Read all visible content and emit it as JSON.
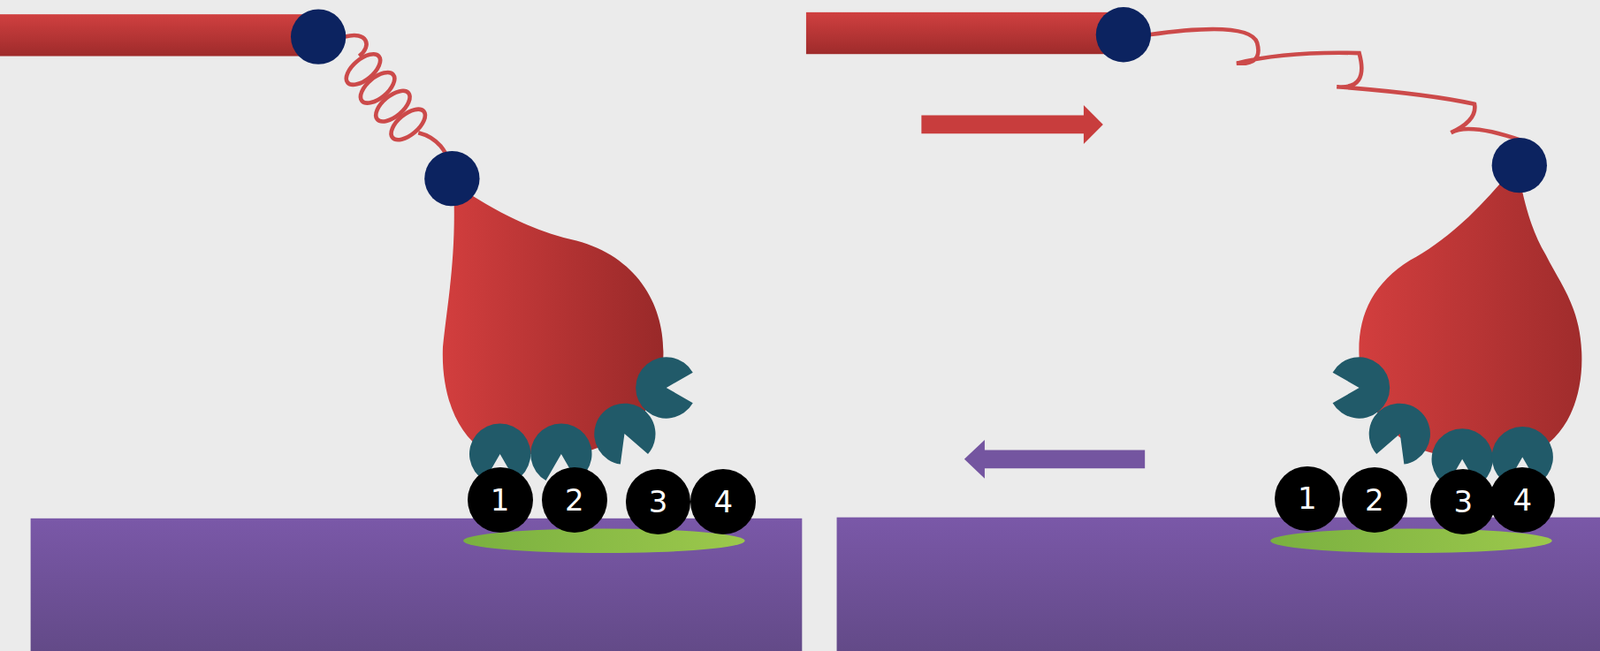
{
  "diagram": {
    "nodes": [
      {
        "text": [
          "1"
        ]
      },
      {
        "text": [
          "2"
        ]
      },
      {
        "text": [
          "3"
        ]
      },
      {
        "text": [
          "4"
        ]
      },
      {
        "text": [
          "1"
        ]
      },
      {
        "text": [
          "2"
        ]
      },
      {
        "text": [
          "3"
        ]
      },
      {
        "text": [
          "4"
        ]
      }
    ]
  }
}
